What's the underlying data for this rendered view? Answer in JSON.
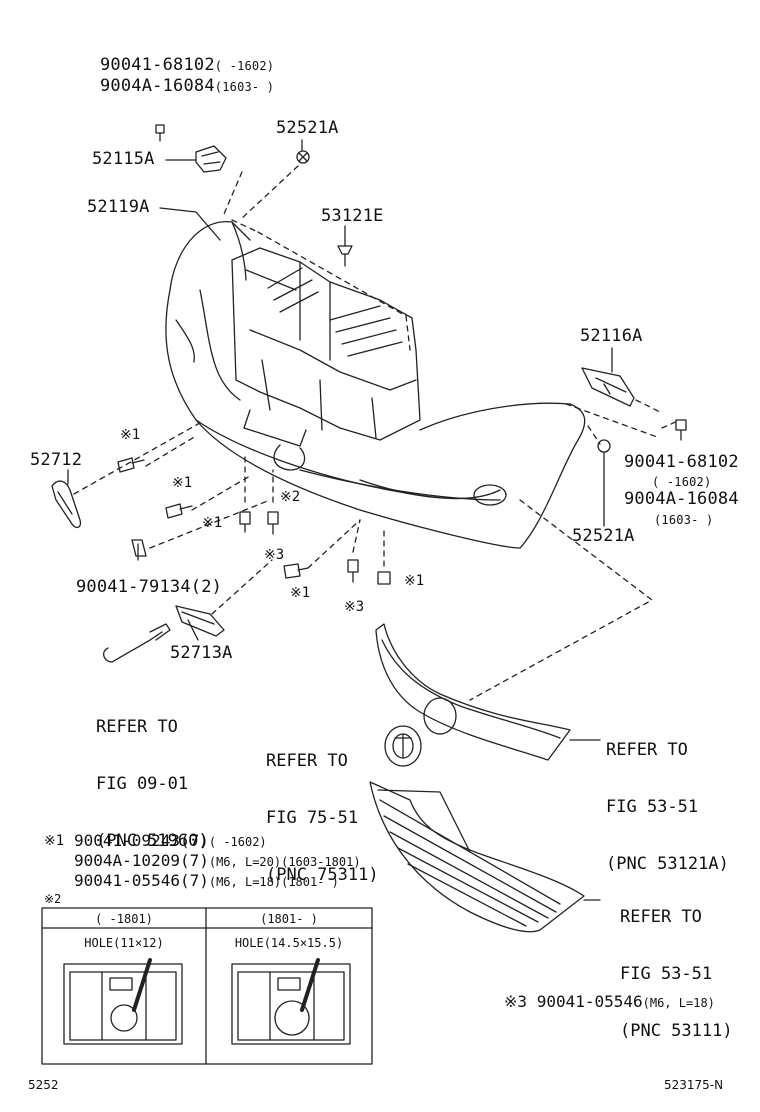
{
  "top_notes": {
    "line1_part": "90041-68102",
    "line1_range": "(    -1602)",
    "line2_part": "9004A-16084",
    "line2_range": "(1603-    )"
  },
  "labels": {
    "p52115A": "52115A",
    "p52521A_top": "52521A",
    "p52119A": "52119A",
    "p53121E": "53121E",
    "p52116A": "52116A",
    "p52712": "52712",
    "p52521A_right": "52521A",
    "p90041_79134": "90041-79134(2)",
    "p52713A": "52713A"
  },
  "right_notes": {
    "line1_part": "90041-68102",
    "line1_range": "(    -1602)",
    "line2_part": "9004A-16084",
    "line2_range": "(1603-    )"
  },
  "marks": {
    "m1": "※1",
    "m2": "※2",
    "m3": "※3"
  },
  "refers": {
    "fig0901": {
      "l1": "REFER TO",
      "l2": "FIG 09-01",
      "l3": "(PNC 51960)"
    },
    "fig7551": {
      "l1": "REFER TO",
      "l2": "FIG 75-51",
      "l3": "(PNC 75311)"
    },
    "fig5351a": {
      "l1": "REFER TO",
      "l2": "FIG 53-51",
      "l3": "(PNC 53121A)"
    },
    "fig5351b": {
      "l1": "REFER TO",
      "l2": "FIG 53-51",
      "l3": "(PNC 53111)"
    }
  },
  "legend1": {
    "mark": "※1",
    "rows": [
      {
        "part": "90041-09243(7)",
        "spec": "(    -1602)"
      },
      {
        "part": "9004A-10209(7)",
        "spec": "(M6, L=20)(1603-1801)"
      },
      {
        "part": "90041-05546(7)",
        "spec": "(M6, L=18)(1801-    )"
      }
    ]
  },
  "legend2": {
    "mark": "※2",
    "col1_head": "(    -1801)",
    "col2_head": "(1801-    )",
    "col1_hole": "HOLE(11×12)",
    "col2_hole": "HOLE(14.5×15.5)"
  },
  "legend3": {
    "mark": "※3",
    "part": "90041-05546",
    "spec": "(M6, L=18)"
  },
  "footer": {
    "left": "5252",
    "right": "523175-N"
  }
}
